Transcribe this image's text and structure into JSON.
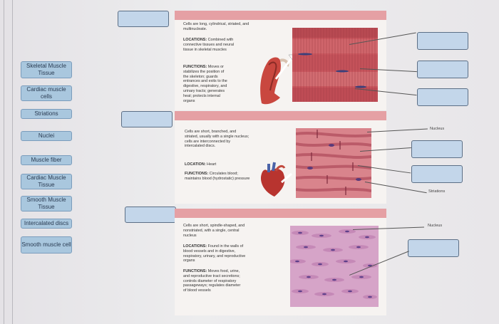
{
  "terms": [
    {
      "id": "skeletal-muscle-tissue",
      "label": "Skeletal Muscle Tissue"
    },
    {
      "id": "cardiac-muscle-cells",
      "label": "Cardiac muscle cells"
    },
    {
      "id": "striations",
      "label": "Striations"
    },
    {
      "id": "nuclei",
      "label": "Nuclei"
    },
    {
      "id": "muscle-fiber",
      "label": "Muscle fiber"
    },
    {
      "id": "cardiac-muscle-tissue",
      "label": "Cardiac Muscle Tissue"
    },
    {
      "id": "smooth-muscle-tissue",
      "label": "Smooth Muscle Tissue"
    },
    {
      "id": "intercalated-discs",
      "label": "Intercalated discs"
    },
    {
      "id": "smooth-muscle-cell",
      "label": "Smooth muscle cell"
    }
  ],
  "panels": {
    "skeletal": {
      "desc": "Cells are long, cylindrical, striated, and multinucleate.",
      "loc_label": "LOCATIONS:",
      "loc_text": "Combined with connective tissues and neural tissue in skeletal muscles",
      "func_label": "FUNCTIONS:",
      "func_text": "Moves or stabilizes the position of the skeleton; guards entrances and exits to the digestive, respiratory, and urinary tracts; generates heat; protects internal organs"
    },
    "cardiac": {
      "desc": "Cells are short, branched, and striated, usually with a single nucleus; cells are interconnected by intercalated discs.",
      "loc_label": "LOCATION:",
      "loc_text": "Heart",
      "func_label": "FUNCTIONS:",
      "func_text": "Circulates blood; maintains blood (hydrostatic) pressure"
    },
    "smooth": {
      "desc": "Cells are short, spindle-shaped, and nonstriated, with a single, central nucleus",
      "loc_label": "LOCATIONS:",
      "loc_text": "Found in the walls of blood vessels and in digestive, respiratory, urinary, and reproductive organs",
      "func_label": "FUNCTIONS:",
      "func_text": "Moves food, urine, and reproductive tract secretions; controls diameter of respiratory passageways; regulates diameter of blood vessels"
    }
  },
  "right_labels": {
    "nucleus_top": "Nucleus",
    "striations": "Striations",
    "nucleus_bottom": "Nucleus"
  },
  "colors": {
    "term_fill": "#a9c7de",
    "panel_bar": "#e5a0a4",
    "drop_fill": "#c3d6ea"
  }
}
